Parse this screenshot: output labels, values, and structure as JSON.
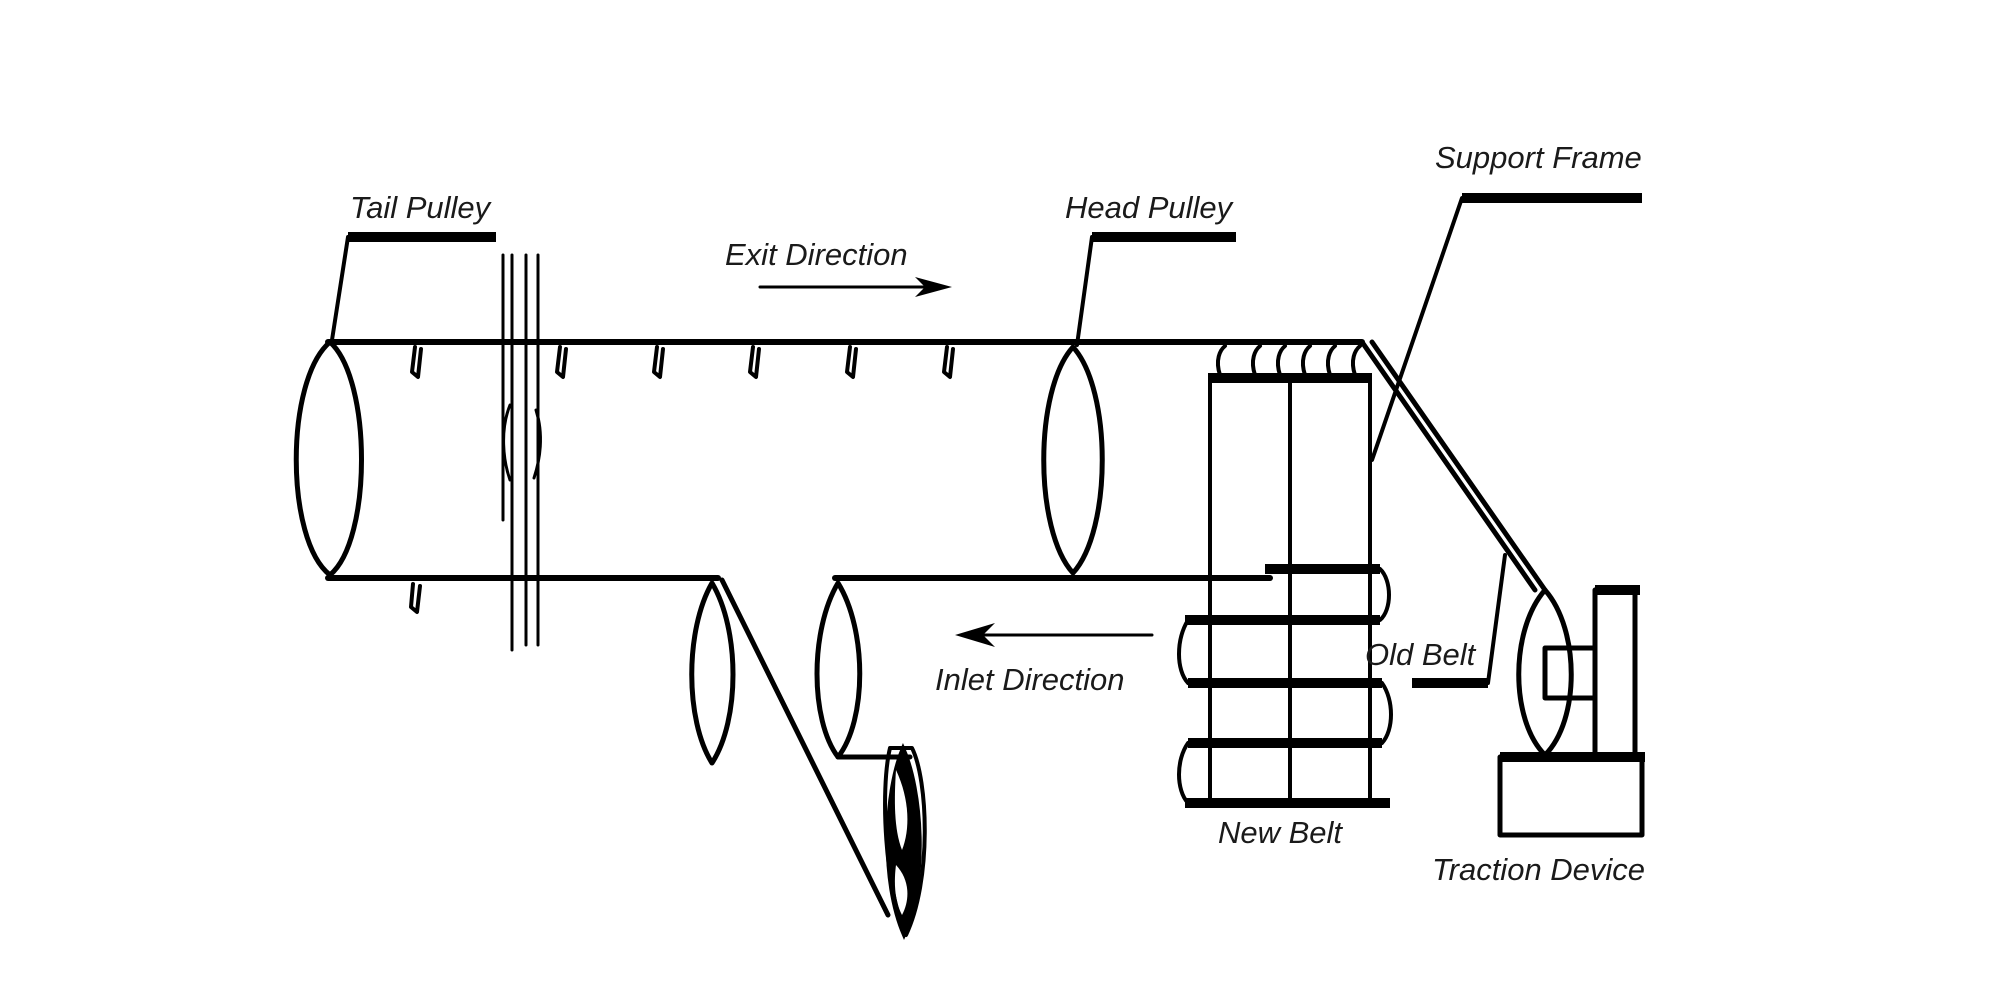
{
  "labels": {
    "tail_pulley": "Tail Pulley",
    "head_pulley": "Head Pulley",
    "support_frame": "Support Frame",
    "exit_direction": "Exit Direction",
    "inlet_direction": "Inlet Direction",
    "old_belt": "Old Belt",
    "new_belt": "New Belt",
    "traction_device": "Traction Device"
  },
  "colors": {
    "line": "#000000",
    "background": "#ffffff"
  }
}
